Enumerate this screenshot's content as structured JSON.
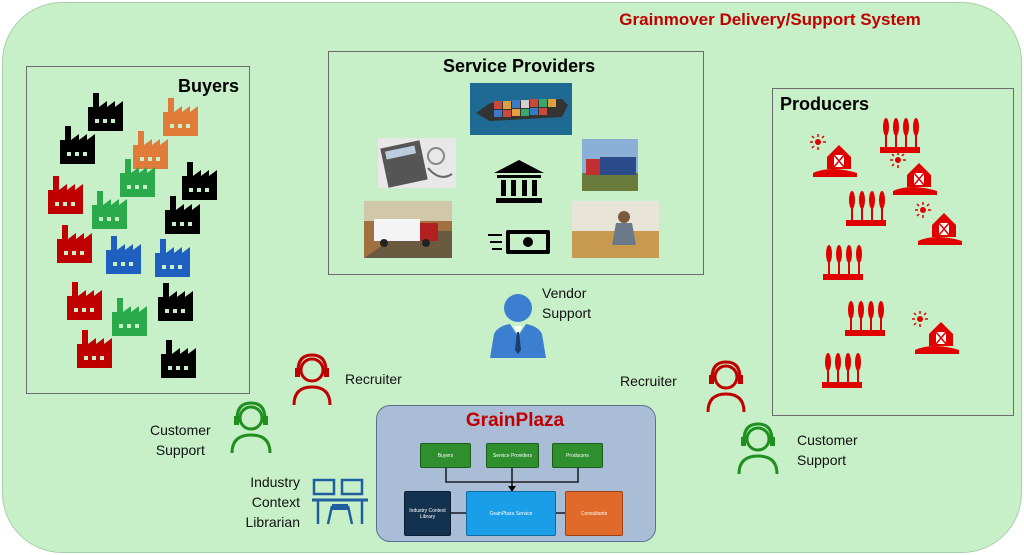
{
  "title": "Grainmover Delivery/Support System",
  "buyers": {
    "title": "Buyers"
  },
  "service_providers": {
    "title": "Service Providers"
  },
  "producers": {
    "title": "Producers"
  },
  "vendor_support": {
    "line1": "Vendor",
    "line2": "Support"
  },
  "recruiter_left": "Recruiter",
  "recruiter_right": "Recruiter",
  "customer_support_left": {
    "line1": "Customer",
    "line2": "Support"
  },
  "customer_support_right": {
    "line1": "Customer",
    "line2": "Support"
  },
  "librarian": {
    "line1": "Industry",
    "line2": "Context",
    "line3": "Librarian"
  },
  "grainplaza": {
    "title": "GrainPlaza",
    "buyers_box": "Buyers",
    "service_box": "Service Providers",
    "producers_box": "Producers",
    "library_box": "Industry Context Library",
    "service_center": "GrainPlaza Service",
    "cust_box": "Consultants"
  },
  "colors": {
    "title": "#c00000",
    "background": "#c8f0c8",
    "producer_red": "#e00000",
    "support_green": "#1f8f1f",
    "recruiter_red": "#c00000",
    "vendor_blue": "#3c7fd0",
    "librarian_blue": "#1f5f9f"
  },
  "icons": [
    "factory-icon",
    "bank-icon",
    "money-icon",
    "barn-icon",
    "wheat-icon",
    "headset-person-icon",
    "businessman-icon",
    "people-at-desks-icon"
  ]
}
